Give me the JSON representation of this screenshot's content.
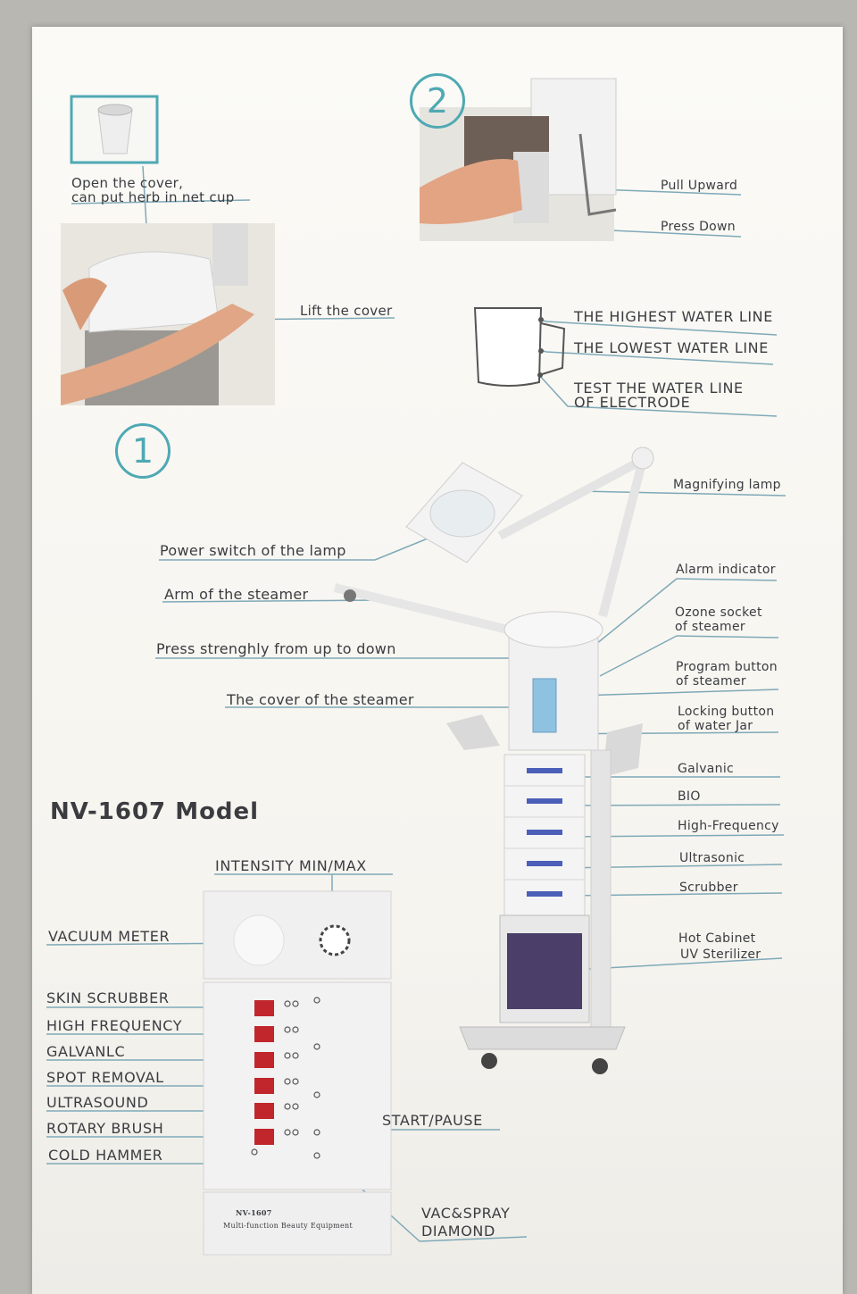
{
  "model": "NV-1607 Model",
  "step1": {
    "number": "1",
    "caption": [
      "Open the cover,",
      "can put herb in net cup"
    ],
    "lift": "Lift the cover"
  },
  "step2": {
    "number": "2",
    "pull": "Pull Upward",
    "press": "Press Down"
  },
  "water": {
    "highest": "THE HIGHEST WATER LINE",
    "lowest": "THE LOWEST WATER LINE",
    "test": [
      "TEST THE WATER LINE",
      "OF ELECTRODE"
    ]
  },
  "machine": {
    "magnifying": "Magnifying lamp",
    "power_switch": "Power switch of the lamp",
    "alarm": "Alarm indicator",
    "arm": "Arm of the steamer",
    "ozone": [
      "Ozone socket",
      "of steamer"
    ],
    "press_strongly": "Press strenghly from up to down",
    "program": [
      "Program button",
      "of steamer"
    ],
    "cover": "The cover of the steamer",
    "locking": [
      "Locking button",
      "of water Jar"
    ],
    "galvanic": "Galvanic",
    "bio": "BIO",
    "high_frequency": "High-Frequency",
    "ultrasonic": "Ultrasonic",
    "scrubber": "Scrubber",
    "hot_cabinet": [
      "Hot Cabinet",
      "UV Sterilizer"
    ]
  },
  "panel": {
    "intensity": "INTENSITY MIN/MAX",
    "vacuum_meter": "VACUUM METER",
    "skin_scrubber": "SKIN SCRUBBER",
    "high_frequency": "HIGH FREQUENCY",
    "galvanic": "GALVANLC",
    "spot_removal": "SPOT REMOVAL",
    "ultrasound": "ULTRASOUND",
    "rotary_brush": "ROTARY BRUSH",
    "cold_hammer": "COLD HAMMER",
    "start_pause": "START/PAUSE",
    "vac_spray": [
      "VAC&SPRAY",
      "DIAMOND"
    ],
    "plate": [
      "NV-1607",
      "Multi-function Beauty Equipment"
    ]
  },
  "colors": {
    "leader": "#7fa9b8",
    "accent": "#4fa9b4",
    "button": "#c0262b"
  }
}
